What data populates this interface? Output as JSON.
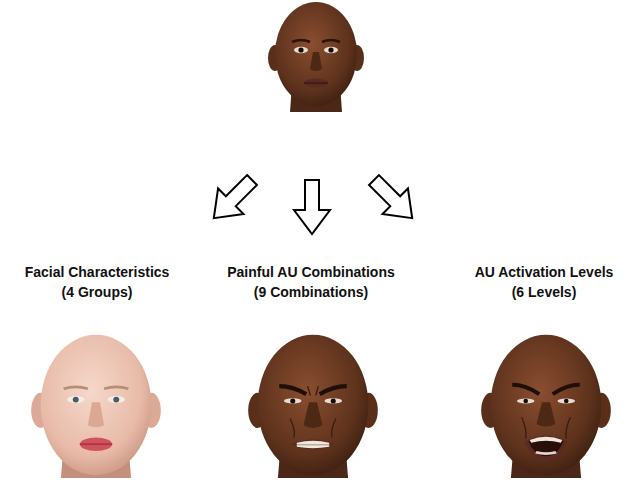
{
  "diagram": {
    "labels": [
      "Facial Characteristics (4 Groups)",
      "Painful AU Combinations (9 Combinations)",
      "AU Activation Levels (6 Levels)"
    ]
  }
}
